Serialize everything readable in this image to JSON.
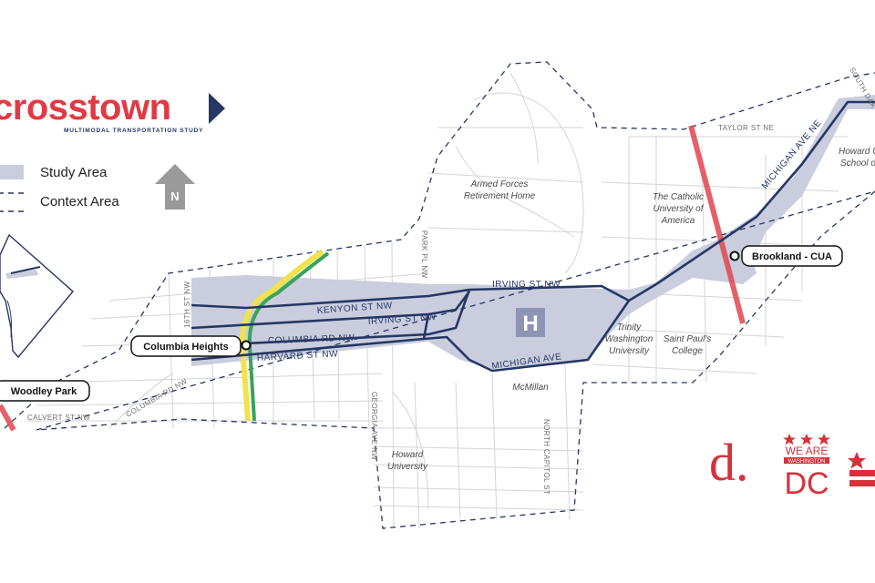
{
  "header": {
    "title": "crosstown",
    "subtitle": "MULTIMODAL TRANSPORTATION STUDY"
  },
  "legend": {
    "study_area": "Study Area",
    "context_area": "Context Area",
    "north": "N"
  },
  "colors": {
    "study_area_fill": "#c9cdde",
    "corridor_line": "#263764",
    "title_red": "#e03a45",
    "metro_red": "#e0454d",
    "metro_green": "#3aa35b",
    "metro_yellow": "#f0e34d",
    "street_gray": "#cfcfcf",
    "logo_red": "#d6313a"
  },
  "streets": {
    "taylor": "TAYLOR ST NE",
    "south_dakota": "SOUTH DAK",
    "michigan_ave_ne": "MICHIGAN AVE NE",
    "park_pl": "PARK PL NW",
    "kenyon": "KENYON ST NW",
    "irving_west": "IRVING ST NW",
    "irving_east": "IRVING ST NW",
    "columbia": "COLUMBIA RD NW",
    "harvard": "HARVARD ST NW",
    "michigan_ave": "MICHIGAN AVE",
    "columbia_west": "COLUMBIA RD NW",
    "sixteenth": "16TH ST NW",
    "calvert": "CALVERT ST NW",
    "georgia": "GEORGIA AVE NW",
    "north_capitol": "NORTH CAPITOL ST"
  },
  "places": {
    "armed_forces_1": "Armed Forces",
    "armed_forces_2": "Retirement Home",
    "catholic_1": "The Catholic",
    "catholic_2": "University of",
    "catholic_3": "America",
    "howard_u_1": "Howard U",
    "howard_u_2": "School o",
    "trinity_1": "Trinity",
    "trinity_2": "Washington",
    "trinity_3": "University",
    "st_pauls_1": "Saint Paul's",
    "st_pauls_2": "College",
    "mcmillan": "McMillan",
    "howard_1": "Howard",
    "howard_2": "University",
    "hospital_symbol": "H"
  },
  "stations": {
    "brookland": "Brookland - CUA",
    "columbia_heights": "Columbia Heights",
    "woodley_park": "Woodley Park"
  },
  "logos": {
    "d_logo": "d.",
    "we_are_1": "WE ARE",
    "we_are_2": "WASHINGTON",
    "we_are_3": "DC"
  }
}
